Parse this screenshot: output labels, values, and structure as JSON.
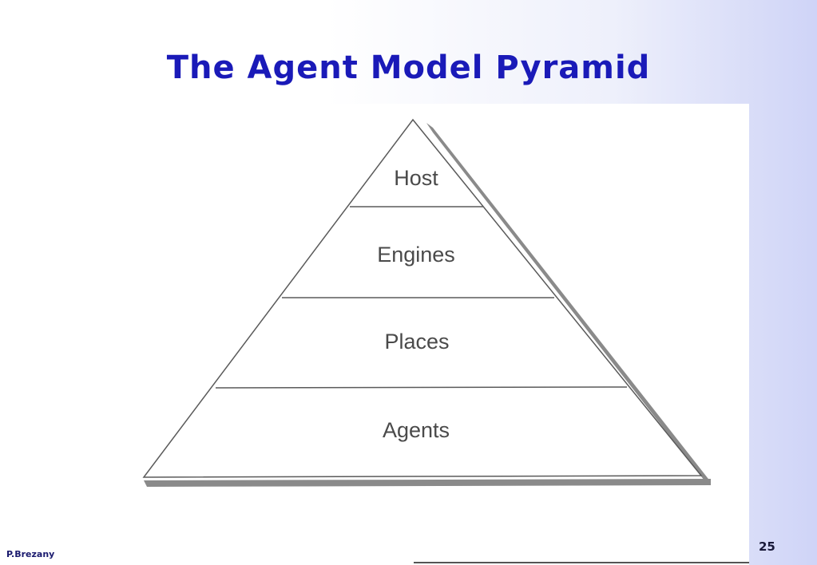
{
  "slide": {
    "title": "The Agent Model Pyramid",
    "author": "P.Brezany",
    "page_number": "25"
  },
  "pyramid": {
    "layers": [
      {
        "label": "Host"
      },
      {
        "label": "Engines"
      },
      {
        "label": "Places"
      },
      {
        "label": "Agents"
      }
    ]
  },
  "colors": {
    "title": "#1a1ab8",
    "outline": "#5a5a5a",
    "shadow": "#8a8a8a",
    "label": "#4a4a4a"
  }
}
